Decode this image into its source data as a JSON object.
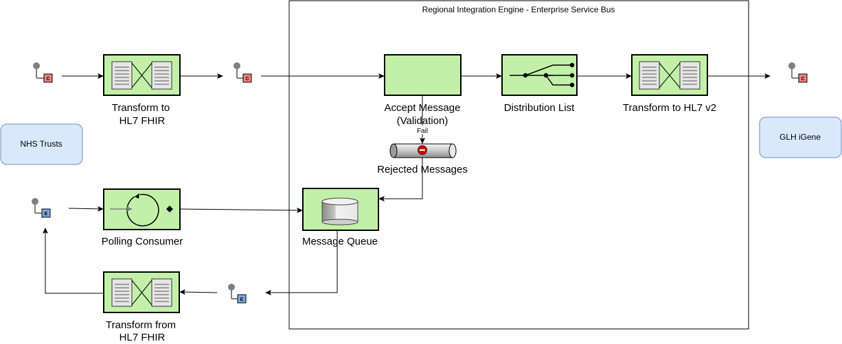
{
  "colors": {
    "node_fill": "#c3f0a8",
    "stroke": "#000000",
    "actor_fill": "#dae8fc",
    "actor_stroke": "#6c8ebf",
    "channel_c_fill": "#f08080",
    "channel_e_fill": "#7ea6e0",
    "pin": "#808080",
    "error_red": "#cc0000"
  },
  "container": {
    "title": "Regional Integration Engine - Enterprise Service Bus"
  },
  "actors": {
    "source": "NHS Trusts",
    "target": "GLH iGene"
  },
  "nodes": {
    "transform_fhir": {
      "line1": "Transform to",
      "line2": "HL7 FHIR",
      "icon": "message-translator-icon"
    },
    "accept": {
      "line1": "Accept Message",
      "line2": "(Validation)"
    },
    "distribution": {
      "label": "Distribution List",
      "icon": "recipient-list-icon"
    },
    "transform_v2": {
      "label": "Transform to HL7 v2",
      "icon": "message-translator-icon"
    },
    "rejected": {
      "label": "Rejected Messages",
      "icon": "dead-letter-channel-icon"
    },
    "polling": {
      "label": "Polling Consumer",
      "icon": "polling-consumer-icon"
    },
    "queue": {
      "label": "Message Queue",
      "icon": "database-icon"
    },
    "transform_from": {
      "line1": "Transform from",
      "line2": "HL7 FHIR",
      "icon": "message-translator-icon"
    }
  },
  "channels": {
    "c1": "C",
    "c2": "C",
    "c3": "C",
    "e1": "E",
    "e2": "E"
  },
  "edges": {
    "fail_label": "Fail"
  }
}
